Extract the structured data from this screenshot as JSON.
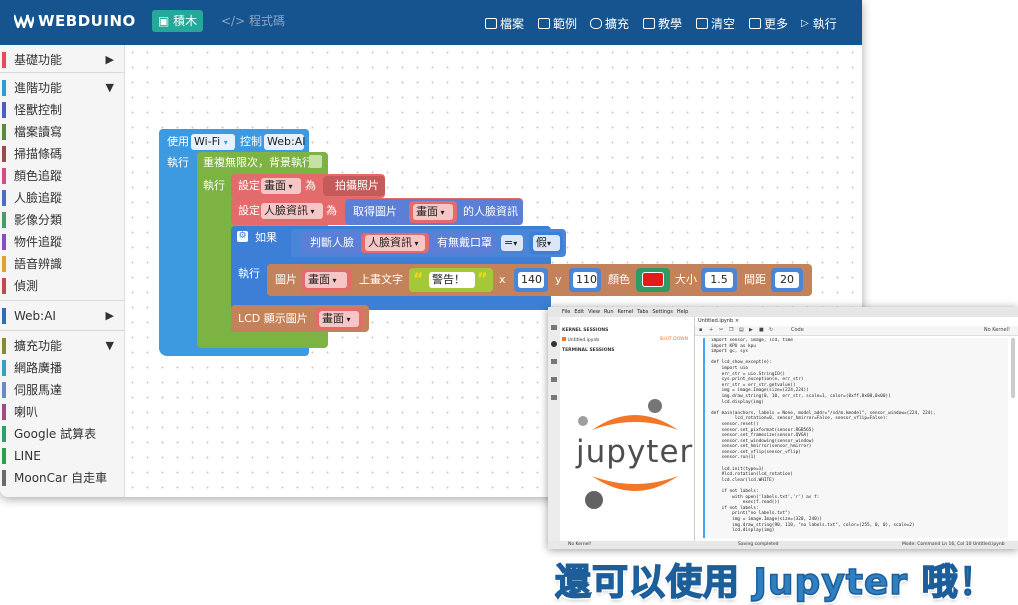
{
  "app": {
    "brand": "WEBDUINO"
  },
  "modes": {
    "blocks": "積木",
    "code": "程式碼"
  },
  "menu": [
    {
      "label": "檔案",
      "icon": "folder-icon"
    },
    {
      "label": "範例",
      "icon": "document-icon"
    },
    {
      "label": "擴充",
      "icon": "puzzle-icon"
    },
    {
      "label": "教學",
      "icon": "book-icon"
    },
    {
      "label": "清空",
      "icon": "trash-icon"
    },
    {
      "label": "更多",
      "icon": "grid-icon"
    },
    {
      "label": "執行",
      "icon": "play-icon"
    }
  ],
  "sidebar": [
    {
      "label": "基礎功能",
      "color": "#e74c5a",
      "arrow": "▶"
    },
    {
      "label": "進階功能",
      "color": "#2f9cd6",
      "arrow": "▼"
    },
    {
      "label": "怪獸控制",
      "color": "#4a5fc1",
      "arrow": ""
    },
    {
      "label": "檔案讀寫",
      "color": "#5a8a3a",
      "arrow": ""
    },
    {
      "label": "掃描條碼",
      "color": "#9b4a4a",
      "arrow": ""
    },
    {
      "label": "顏色追蹤",
      "color": "#d64a8a",
      "arrow": ""
    },
    {
      "label": "人臉追蹤",
      "color": "#4a6ec1",
      "arrow": ""
    },
    {
      "label": "影像分類",
      "color": "#4a9a6a",
      "arrow": ""
    },
    {
      "label": "物件追蹤",
      "color": "#8a4ac1",
      "arrow": ""
    },
    {
      "label": "語音辨識",
      "color": "#e0a22a",
      "arrow": ""
    },
    {
      "label": "偵測",
      "color": "#c14a4a",
      "arrow": ""
    },
    {
      "label": "Web:AI",
      "color": "#2f6fb8",
      "arrow": "▶"
    },
    {
      "label": "擴充功能",
      "color": "#8a8a2a",
      "arrow": "▼"
    },
    {
      "label": "網路廣播",
      "color": "#3aa0c1",
      "arrow": ""
    },
    {
      "label": "伺服馬達",
      "color": "#6a8ac1",
      "arrow": ""
    },
    {
      "label": "喇叭",
      "color": "#a04a8a",
      "arrow": ""
    },
    {
      "label": "Google 試算表",
      "color": "#2aa06a",
      "arrow": ""
    },
    {
      "label": "LINE",
      "color": "#2aa04a",
      "arrow": ""
    },
    {
      "label": "MoonCar 自走車",
      "color": "#6a6a6a",
      "arrow": ""
    }
  ],
  "blocks": {
    "use": "使用",
    "wifi": "Wi-Fi",
    "control": "控制",
    "board": "Web:AI",
    "run": "執行",
    "repeat": "重複無限次，背景執行",
    "set1": "設定",
    "screen": "畫面",
    "as": "為",
    "take_photo": "拍攝照片",
    "set2": "設定",
    "face_info": "人臉資訊",
    "as2": "為",
    "get_img": "取得圖片",
    "screen2": "畫面",
    "face_info_of": "的人臉資訊",
    "if": "如果",
    "judge_face": "判斷人臉",
    "face_info2": "人臉資訊",
    "has_mask": "有無戴口罩",
    "eq": "=",
    "false": "假",
    "run2": "執行",
    "run3": "執行",
    "image": "圖片",
    "screen3": "畫面",
    "draw_text": "上畫文字",
    "warning": "警告！",
    "x": "x",
    "x_val": "140",
    "y": "y",
    "y_val": "110",
    "color": "顏色",
    "color_hex": "#e31b1b",
    "size": "大小",
    "size_val": "1.5",
    "spacing": "間距",
    "spacing_val": "20",
    "lcd_show": "LCD 顯示圖片",
    "screen4": "畫面"
  },
  "jupyter": {
    "menu": [
      "File",
      "Edit",
      "View",
      "Run",
      "Kernel",
      "Tabs",
      "Settings",
      "Help"
    ],
    "kernel_sessions": "KERNEL SESSIONS",
    "session_file": "Untitled.ipynb",
    "shutdown": "SHUT DOWN",
    "terminal_sessions": "TERMINAL SESSIONS",
    "tab": "Untitled.ipynb",
    "cell_type": "Code",
    "kernel": "No Kernel!",
    "code": "import sensor, image, lcd, time\nimport KPU as kpu\nimport gc, sys\n\ndef lcd_show_except(e):\n    import uio\n    err_str = uio.StringIO()\n    sys.print_exception(e, err_str)\n    err_str = err_str.getvalue()\n    img = image.Image(size=(224,224))\n    img.draw_string(0, 10, err_str, scale=1, color=(0xff,0x00,0x00))\n    lcd.display(img)\n\ndef main(anchors, labels = None, model_addr=\"/sd/m.kmodel\", sensor_window=(224, 224),\n         lcd_rotation=0, sensor_hmirror=False, sensor_vflip=False):\n    sensor.reset()\n    sensor.set_pixformat(sensor.RGB565)\n    sensor.set_framesize(sensor.QVGA)\n    sensor.set_windowing(sensor_window)\n    sensor.set_hmirror(sensor_hmirror)\n    sensor.set_vflip(sensor_vflip)\n    sensor.run(1)\n\n    lcd.init(type=1)\n    #lcd.rotation(lcd_rotation)\n    lcd.clear(lcd.WHITE)\n\n    if not labels:\n        with open('labels.txt','r') as f:\n            exec(f.read())\n    if not labels:\n        print(\"no labels.txt\")\n        img = image.Image(size=(320, 240))\n        img.draw_string(90, 110, \"no labels.txt\", color=(255, 0, 0), scale=2)\n        lcd.display(img)",
    "status_left": "No Kernel!",
    "status_mid": "Saving completed",
    "status_right": "Mode: Command    Ln 16, Col 10    Untitled.ipynb",
    "logo_text": "jupyter"
  },
  "caption": "還可以使用 Jupyter 哦！"
}
